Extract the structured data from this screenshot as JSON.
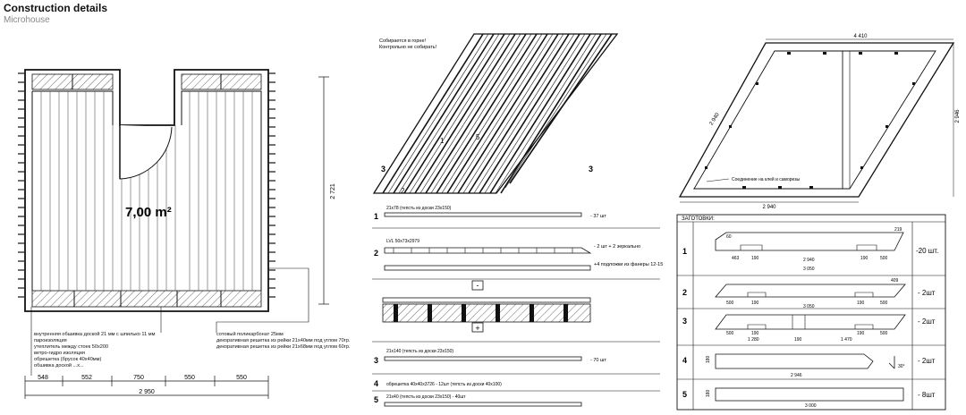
{
  "header": {
    "title": "Construction details",
    "subtitle": "Microhouse"
  },
  "plan": {
    "area": "7,00 m²",
    "dim_height": "2 721",
    "dims_bottom": [
      "548",
      "552",
      "750",
      "550",
      "550"
    ],
    "dim_total": "2 950",
    "note_left": [
      "внутренняя обшивка доской 21 мм с шпилько 11 мм",
      "пароизоляция",
      "утеплитель между стоек 50х200",
      "ветро-гидро изоляция",
      "обрешетка (брусок 40х40мм)",
      "обшивка доской ...х..."
    ],
    "note_right": [
      "сотовый поликарбонат 25мм",
      "декоративная решетка из рейки 21х40мм под углом 70гр.",
      "декоративная решетка из рейки 21х68мм под углом 60гр."
    ]
  },
  "roof": {
    "note": [
      "Собирается в горне!",
      "Контрольно не собирать!"
    ],
    "markers": {
      "n1": "1",
      "n3a": "3",
      "n3b": "3",
      "n5": "5",
      "n2": "2"
    }
  },
  "parts": [
    {
      "num": "1",
      "text": "21x78 (тепсть из доски 23x150)",
      "qty": "- 37 шт"
    },
    {
      "num": "2",
      "text": "LVL 50x73x2979",
      "qty": "- 2 шт + 2 зеркально",
      "extra": "+4 подложки из фанеры 12-15"
    },
    {
      "num": "3",
      "text": "21x140 (тепсть из доски 23x150)",
      "qty": "- 70 шт"
    },
    {
      "num": "4",
      "text": "обрешетка 40x40x3726 - 12шт (тепсть из доски 40x100)"
    },
    {
      "num": "5",
      "text": "21x40 (тепсть из доски 23x150) - 40шт"
    }
  ],
  "section": {
    "minus": "-",
    "plus": "+"
  },
  "frame": {
    "dim_top": "4 410",
    "dim_left": "2 940",
    "dim_right": "2 946",
    "dim_bottom": "2 940",
    "note": "Соединение на клей и саморезы"
  },
  "blanks": {
    "title": "ЗАГОТОВКИ:",
    "rows": [
      {
        "num": "1",
        "qty": "-20 шт.",
        "dims": [
          "463",
          "190",
          "2 940",
          "190",
          "500",
          "3 050",
          "219",
          "60"
        ]
      },
      {
        "num": "2",
        "qty": "- 2шт",
        "dims": [
          "500",
          "190",
          "190",
          "500",
          "3 050",
          "409"
        ]
      },
      {
        "num": "3",
        "qty": "- 2шт",
        "dims": [
          "500",
          "190",
          "190",
          "500",
          "1 280",
          "190",
          "1 470"
        ]
      },
      {
        "num": "4",
        "qty": "- 2шт",
        "dims": [
          "2 946",
          "180",
          "30°"
        ]
      },
      {
        "num": "5",
        "qty": "- 8шт",
        "dims": [
          "3 000",
          "180"
        ]
      }
    ]
  }
}
